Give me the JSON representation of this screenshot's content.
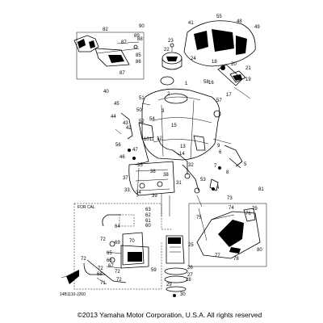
{
  "diagram": {
    "copyright": "©2013 Yamaha Motor Corporation, U.S.A. All rights reserved",
    "drawing_code": "14B1110-J260",
    "region_note": "FOR CAL",
    "callouts": [
      {
        "id": "c1",
        "text": "90"
      },
      {
        "id": "c2",
        "text": "82"
      },
      {
        "id": "c3",
        "text": "89"
      },
      {
        "id": "c4",
        "text": "88"
      },
      {
        "id": "c5",
        "text": "87"
      },
      {
        "id": "c6",
        "text": "85"
      },
      {
        "id": "c7",
        "text": "86"
      },
      {
        "id": "c8",
        "text": "87"
      },
      {
        "id": "c9",
        "text": "41"
      },
      {
        "id": "c10",
        "text": "55"
      },
      {
        "id": "c11",
        "text": "48"
      },
      {
        "id": "c12",
        "text": "49"
      },
      {
        "id": "c13",
        "text": "22"
      },
      {
        "id": "c14",
        "text": "23"
      },
      {
        "id": "c15",
        "text": "24"
      },
      {
        "id": "c16",
        "text": "18"
      },
      {
        "id": "c17",
        "text": "20"
      },
      {
        "id": "c18",
        "text": "21"
      },
      {
        "id": "c19",
        "text": "19"
      },
      {
        "id": "c20",
        "text": "16"
      },
      {
        "id": "c21",
        "text": "17"
      },
      {
        "id": "c22",
        "text": "2"
      },
      {
        "id": "c23",
        "text": "58"
      },
      {
        "id": "c24",
        "text": "57"
      },
      {
        "id": "c25",
        "text": "1"
      },
      {
        "id": "c26",
        "text": "40"
      },
      {
        "id": "c27",
        "text": "45"
      },
      {
        "id": "c28",
        "text": "51"
      },
      {
        "id": "c29",
        "text": "3"
      },
      {
        "id": "c30",
        "text": "50"
      },
      {
        "id": "c31",
        "text": "44"
      },
      {
        "id": "c32",
        "text": "43"
      },
      {
        "id": "c33",
        "text": "42"
      },
      {
        "id": "c34",
        "text": "52"
      },
      {
        "id": "c35",
        "text": "56"
      },
      {
        "id": "c36",
        "text": "54"
      },
      {
        "id": "c37",
        "text": "10"
      },
      {
        "id": "c38",
        "text": "12"
      },
      {
        "id": "c39",
        "text": "11"
      },
      {
        "id": "c40",
        "text": "15"
      },
      {
        "id": "c41",
        "text": "13"
      },
      {
        "id": "c42",
        "text": "14"
      },
      {
        "id": "c43",
        "text": "47"
      },
      {
        "id": "c44",
        "text": "46"
      },
      {
        "id": "c45",
        "text": "35"
      },
      {
        "id": "c46",
        "text": "37"
      },
      {
        "id": "c47",
        "text": "36"
      },
      {
        "id": "c48",
        "text": "38"
      },
      {
        "id": "c49",
        "text": "33"
      },
      {
        "id": "c50",
        "text": "34"
      },
      {
        "id": "c51",
        "text": "39"
      },
      {
        "id": "c52",
        "text": "31"
      },
      {
        "id": "c53",
        "text": "32"
      },
      {
        "id": "c54",
        "text": "53"
      },
      {
        "id": "c55",
        "text": "9"
      },
      {
        "id": "c56",
        "text": "6"
      },
      {
        "id": "c57",
        "text": "8"
      },
      {
        "id": "c58",
        "text": "4"
      },
      {
        "id": "c59",
        "text": "7"
      },
      {
        "id": "c60",
        "text": "5"
      },
      {
        "id": "c61",
        "text": "63"
      },
      {
        "id": "c62",
        "text": "62"
      },
      {
        "id": "c63",
        "text": "61"
      },
      {
        "id": "c64",
        "text": "60"
      },
      {
        "id": "c65",
        "text": "64"
      },
      {
        "id": "c66",
        "text": "72"
      },
      {
        "id": "c67",
        "text": "69"
      },
      {
        "id": "c68",
        "text": "65"
      },
      {
        "id": "c69",
        "text": "70"
      },
      {
        "id": "c70",
        "text": "66"
      },
      {
        "id": "c71",
        "text": "67"
      },
      {
        "id": "c72",
        "text": "68"
      },
      {
        "id": "c73",
        "text": "72"
      },
      {
        "id": "c74",
        "text": "72"
      },
      {
        "id": "c75",
        "text": "71"
      },
      {
        "id": "c76",
        "text": "72"
      },
      {
        "id": "c77",
        "text": "59"
      },
      {
        "id": "c78",
        "text": "25"
      },
      {
        "id": "c79",
        "text": "26"
      },
      {
        "id": "c80",
        "text": "27"
      },
      {
        "id": "c81",
        "text": "28"
      },
      {
        "id": "c82",
        "text": "29"
      },
      {
        "id": "c83",
        "text": "30"
      },
      {
        "id": "c84",
        "text": "73"
      },
      {
        "id": "c85",
        "text": "81"
      },
      {
        "id": "c86",
        "text": "75"
      },
      {
        "id": "c87",
        "text": "74"
      },
      {
        "id": "c88",
        "text": "76"
      },
      {
        "id": "c89",
        "text": "79"
      },
      {
        "id": "c90",
        "text": "80"
      },
      {
        "id": "c91",
        "text": "77"
      },
      {
        "id": "c92",
        "text": "78"
      },
      {
        "id": "c93",
        "text": "72"
      }
    ]
  }
}
